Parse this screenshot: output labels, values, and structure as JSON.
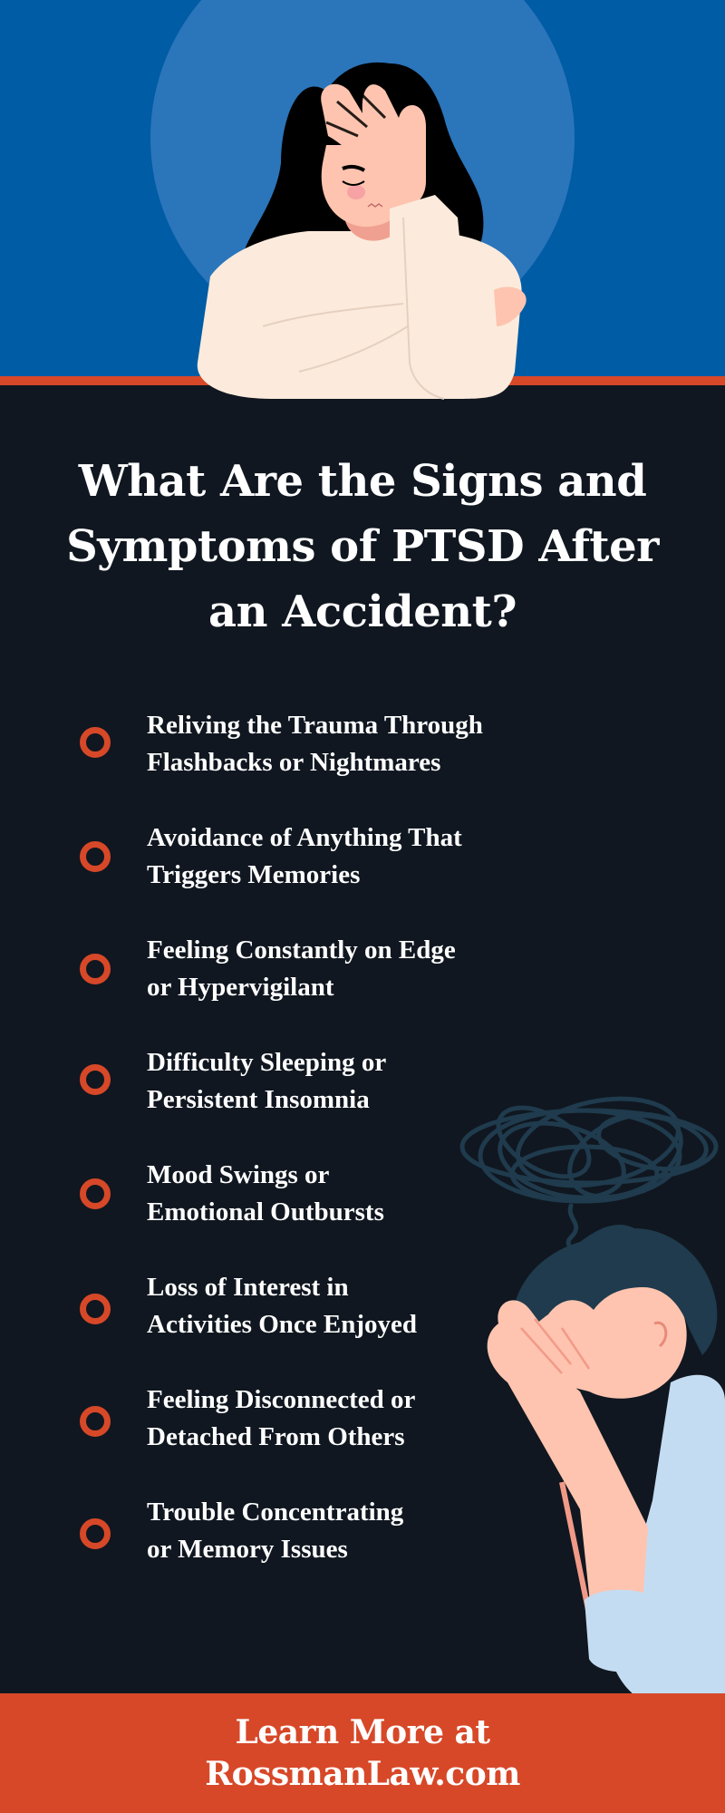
{
  "hero": {
    "illustration": "woman-facepalm-illustration",
    "colors": {
      "background": "#005ca5",
      "circle": "#2b75bb",
      "stripe": "#d74828"
    }
  },
  "title": {
    "lines": [
      "What Are the Signs and",
      "Symptoms of PTSD After",
      "an Accident?"
    ]
  },
  "symptoms": [
    {
      "line1": "Reliving the Trauma Through",
      "line2": "Flashbacks or Nightmares",
      "icon": "ring-bullet-icon"
    },
    {
      "line1": "Avoidance of Anything That",
      "line2": "Triggers Memories",
      "icon": "ring-bullet-icon"
    },
    {
      "line1": "Feeling Constantly on Edge",
      "line2": "or Hypervigilant",
      "icon": "ring-bullet-icon"
    },
    {
      "line1": "Difficulty Sleeping or",
      "line2": "Persistent Insomnia",
      "icon": "ring-bullet-icon"
    },
    {
      "line1": "Mood Swings or",
      "line2": "Emotional Outbursts",
      "icon": "ring-bullet-icon"
    },
    {
      "line1": "Loss of Interest in",
      "line2": "Activities Once Enjoyed",
      "icon": "ring-bullet-icon"
    },
    {
      "line1": "Feeling Disconnected or",
      "line2": "Detached From Others",
      "icon": "ring-bullet-icon"
    },
    {
      "line1": "Trouble Concentrating",
      "line2": "or Memory Issues",
      "icon": "ring-bullet-icon"
    }
  ],
  "side_illustration": "stressed-man-with-tangled-thoughts-illustration",
  "footer": {
    "line1": "Learn More at",
    "line2": "RossmanLaw.com",
    "background": "#d74828"
  },
  "colors": {
    "page_background": "#101720",
    "accent": "#d74828",
    "text": "#ffffff"
  }
}
